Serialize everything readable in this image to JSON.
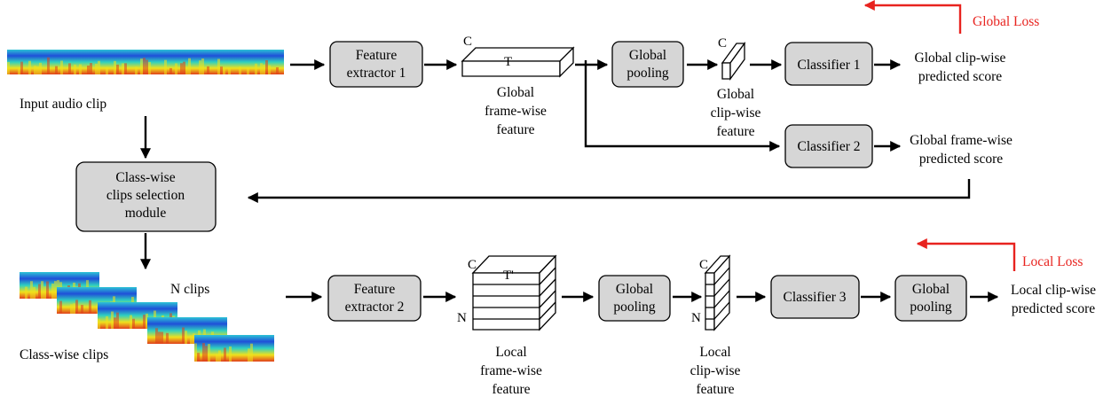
{
  "inputs": {
    "input_clip_label": "Input audio clip",
    "class_wise_clips_label": "Class-wise clips",
    "n_clips_label": "N clips"
  },
  "modules": {
    "feature_extractor_1": [
      "Feature",
      "extractor 1"
    ],
    "feature_extractor_2": [
      "Feature",
      "extractor 2"
    ],
    "global_pooling_1": [
      "Global",
      "pooling"
    ],
    "global_pooling_2": [
      "Global",
      "pooling"
    ],
    "global_pooling_3": [
      "Global",
      "pooling"
    ],
    "classifier_1": "Classifier 1",
    "classifier_2": "Classifier 2",
    "classifier_3": "Classifier 3",
    "selection_module": [
      "Class-wise",
      "clips selection",
      "module"
    ]
  },
  "tensors": {
    "global_frame_c": "C",
    "global_frame_t": "T",
    "global_clip_c": "C",
    "local_frame_c": "C",
    "local_frame_t": "T'",
    "local_frame_n": "N",
    "local_clip_c": "C",
    "local_clip_n": "N"
  },
  "features": {
    "global_frame_wise": [
      "Global",
      "frame-wise",
      "feature"
    ],
    "global_clip_wise": [
      "Global",
      "clip-wise",
      "feature"
    ],
    "local_frame_wise": [
      "Local",
      "frame-wise",
      "feature"
    ],
    "local_clip_wise": [
      "Local",
      "clip-wise",
      "feature"
    ]
  },
  "outputs": {
    "global_clip_score": [
      "Global clip-wise",
      "predicted score"
    ],
    "global_frame_score": [
      "Global frame-wise",
      "predicted score"
    ],
    "local_clip_score": [
      "Local clip-wise",
      "predicted score"
    ]
  },
  "losses": {
    "global_loss": "Global Loss",
    "local_loss": "Local Loss"
  },
  "colors": {
    "module_fill": "#d6d6d6",
    "loss_color": "#e8231f",
    "spectrogram_low": "#1f4fd8",
    "spectrogram_mid": "#2cc3d6",
    "spectrogram_high": "#f0e11c",
    "spectrogram_peak": "#e0401c"
  }
}
